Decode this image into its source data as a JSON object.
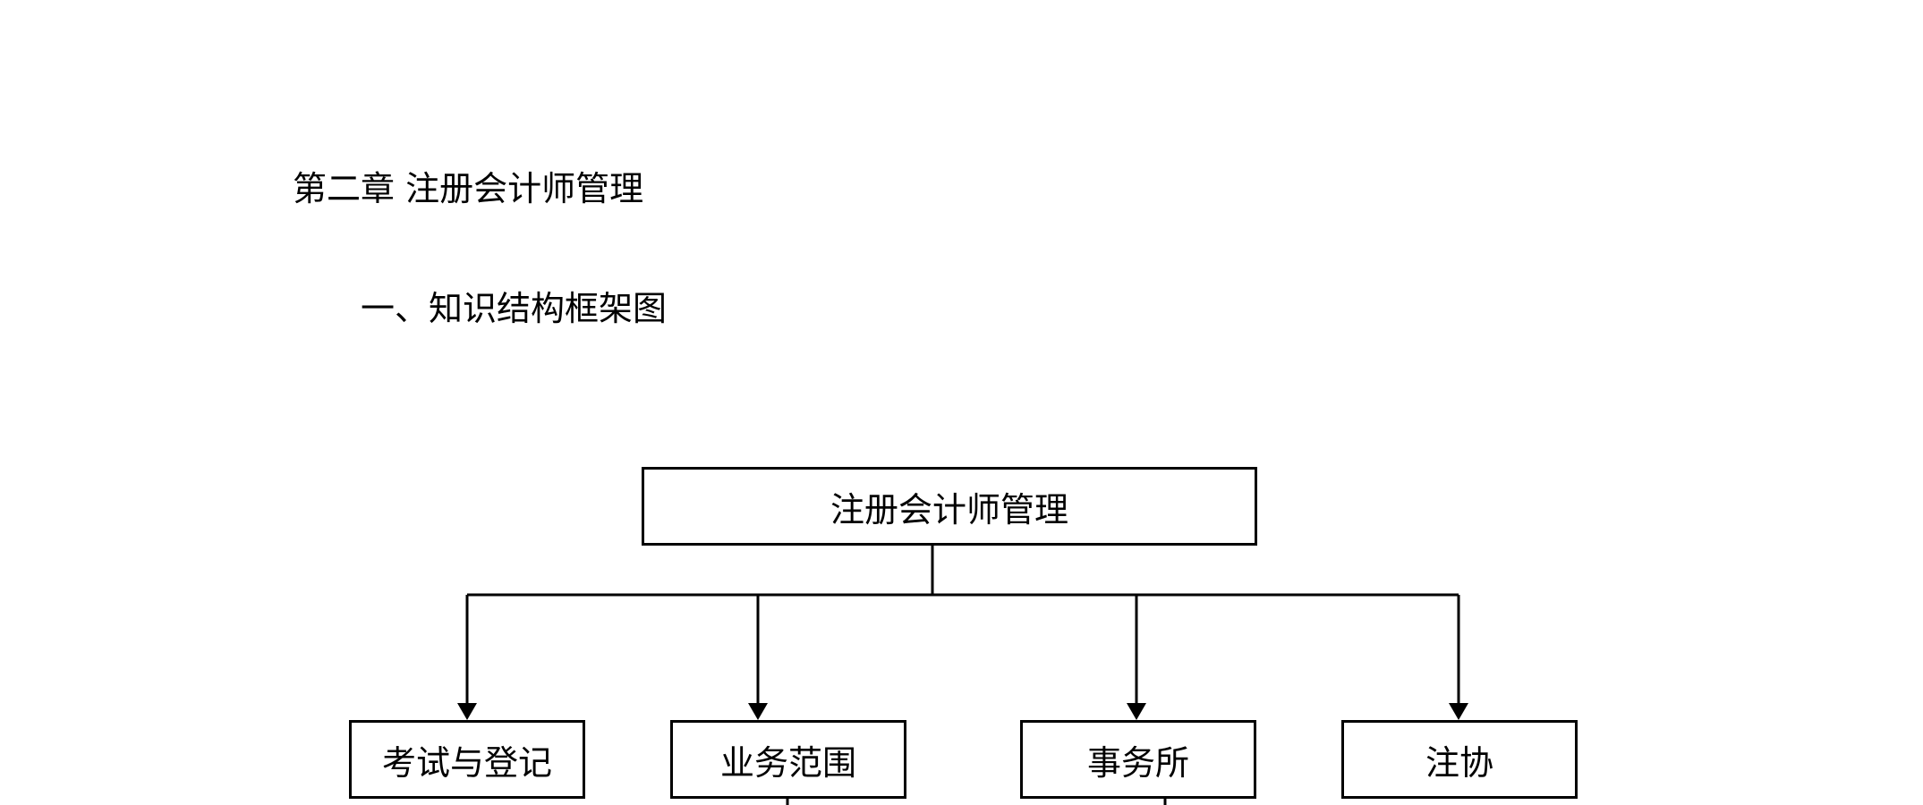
{
  "document": {
    "chapter_title": "第二章 注册会计师管理",
    "section_title": "一、知识结构框架图"
  },
  "diagram": {
    "root": "注册会计师管理",
    "children": [
      "考试与登记",
      "业务范围",
      "事务所",
      "注协"
    ]
  }
}
